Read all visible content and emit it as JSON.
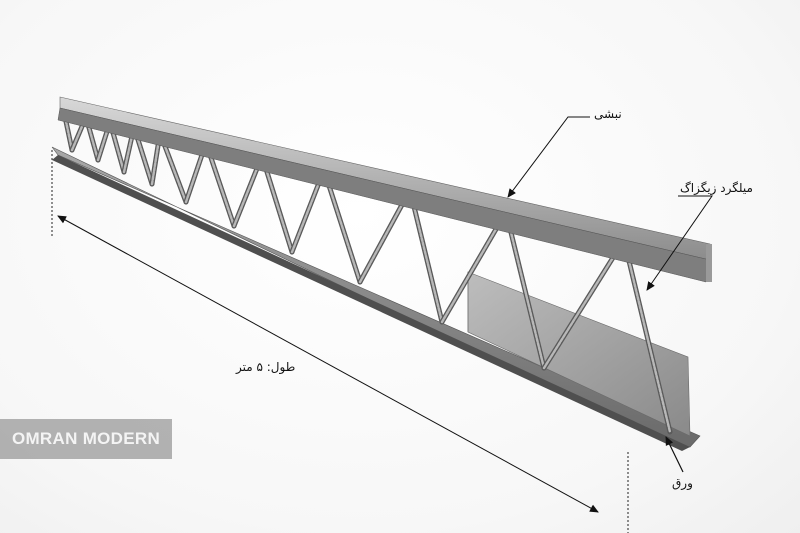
{
  "labels": {
    "angle": "نبشی",
    "zigzag_rebar": "میلگرد زیگزاگ",
    "sheet": "ورق",
    "length": "طول: ۵ متر"
  },
  "watermark": "OMRAN MODERN",
  "colors": {
    "steel_light": "#c9c9c9",
    "steel_mid": "#9a9a9a",
    "steel_dark": "#5e5e5e",
    "line": "#111111"
  }
}
